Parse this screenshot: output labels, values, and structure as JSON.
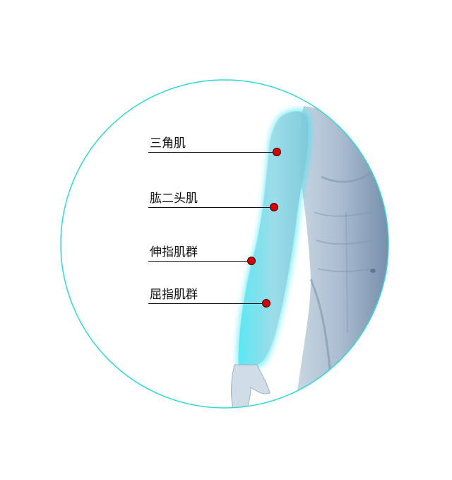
{
  "diagram": {
    "labels": [
      {
        "id": "deltoid",
        "text": "三角肌"
      },
      {
        "id": "biceps",
        "text": "肱二头肌"
      },
      {
        "id": "extensors",
        "text": "伸指肌群"
      },
      {
        "id": "flexors",
        "text": "屈指肌群"
      }
    ],
    "colors": {
      "circle_outline": "#2fd8d8",
      "arm_highlight": "#3fe0f0",
      "body": "#9fb3c8",
      "marker": "#d60000",
      "leader_line": "#111111"
    }
  }
}
